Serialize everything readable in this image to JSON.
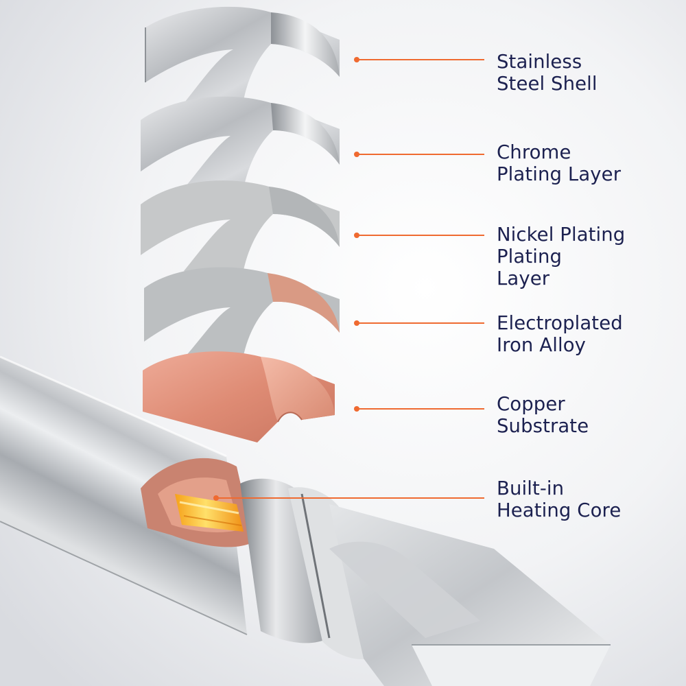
{
  "diagram": {
    "colors": {
      "background_center": "#ffffff",
      "background_edge": "#dfe1e5",
      "label_text": "#1c2150",
      "leader_line": "#ef6a30",
      "steel": "#c4c6c9",
      "copper": "#e3957f",
      "heating_core": "#f7b21b"
    },
    "callouts": [
      {
        "id": "stainless-steel-shell",
        "lines": [
          "Stainless",
          "Steel Shell"
        ]
      },
      {
        "id": "chrome-plating-layer",
        "lines": [
          "Chrome",
          "Plating Layer"
        ]
      },
      {
        "id": "nickel-plating-layer",
        "lines": [
          "Nickel Plating",
          "Plating",
          "Layer"
        ]
      },
      {
        "id": "electroplated-iron-alloy",
        "lines": [
          "Electroplated",
          "Iron Alloy"
        ]
      },
      {
        "id": "copper-substrate",
        "lines": [
          "Copper",
          "Substrate"
        ]
      },
      {
        "id": "built-in-heating-core",
        "lines": [
          "Built-in",
          "Heating Core"
        ]
      }
    ]
  }
}
